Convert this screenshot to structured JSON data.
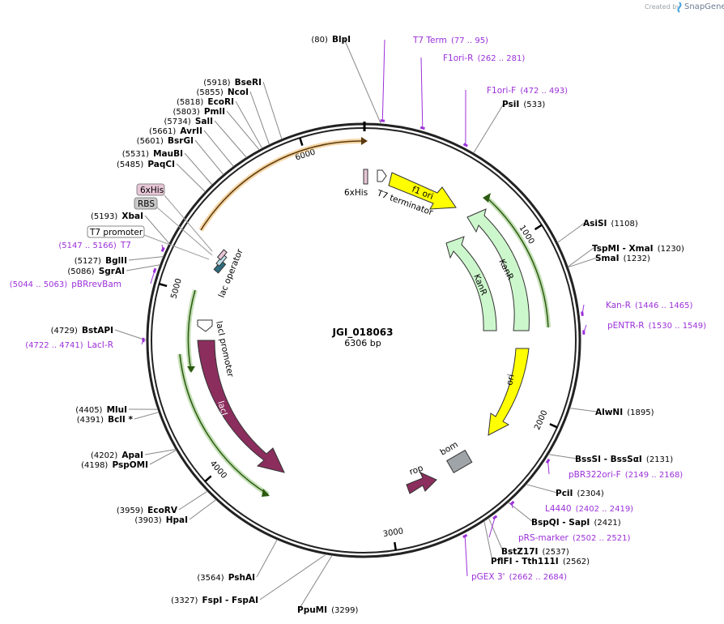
{
  "watermark": {
    "prefix": "Created by",
    "brand": "SnapGene"
  },
  "plasmid": {
    "name": "JGI_018063",
    "size_label": "6306 bp",
    "length": 6306
  },
  "ticks": [
    "1000",
    "2000",
    "3000",
    "4000",
    "5000",
    "6000"
  ],
  "sites": [
    {
      "name": "BlpI",
      "pos": "(80)"
    },
    {
      "name": "PsiI",
      "pos": "(533)"
    },
    {
      "name": "AsiSI",
      "pos": "(1108)"
    },
    {
      "name": "TspMI",
      "name2": "XmaI",
      "pos": "(1230)"
    },
    {
      "name": "SmaI",
      "pos": "(1232)"
    },
    {
      "name": "AlwNI",
      "pos": "(1895)"
    },
    {
      "name": "BssSI",
      "name2": "BssSαI",
      "pos": "(2131)"
    },
    {
      "name": "PciI",
      "pos": "(2304)"
    },
    {
      "name": "BspQI",
      "name2": "SapI",
      "pos": "(2421)"
    },
    {
      "name": "BstZ17I",
      "pos": "(2537)"
    },
    {
      "name": "PflFI",
      "name2": "Tth111I",
      "pos": "(2562)"
    },
    {
      "name": "PpuMI",
      "pos": "(3299)"
    },
    {
      "name": "FspI",
      "name2": "FspAI",
      "pos": "(3327)"
    },
    {
      "name": "PshAI",
      "pos": "(3564)"
    },
    {
      "name": "HpaI",
      "pos": "(3903)"
    },
    {
      "name": "EcoRV",
      "pos": "(3959)"
    },
    {
      "name": "PspOMI",
      "pos": "(4198)"
    },
    {
      "name": "ApaI",
      "pos": "(4202)"
    },
    {
      "name": "BclI *",
      "pos": "(4391)"
    },
    {
      "name": "MluI",
      "pos": "(4405)"
    },
    {
      "name": "BstAPI",
      "pos": "(4729)"
    },
    {
      "name": "SgrAI",
      "pos": "(5086)"
    },
    {
      "name": "BglII",
      "pos": "(5127)"
    },
    {
      "name": "XbaI",
      "pos": "(5193)"
    },
    {
      "name": "PaqCI",
      "pos": "(5485)"
    },
    {
      "name": "MauBI",
      "pos": "(5531)"
    },
    {
      "name": "BsrGI",
      "pos": "(5601)"
    },
    {
      "name": "AvrII",
      "pos": "(5661)"
    },
    {
      "name": "SalI",
      "pos": "(5734)"
    },
    {
      "name": "PmlI",
      "pos": "(5803)"
    },
    {
      "name": "EcoRI",
      "pos": "(5818)"
    },
    {
      "name": "NcoI",
      "pos": "(5855)"
    },
    {
      "name": "BseRI",
      "pos": "(5918)"
    }
  ],
  "primers": [
    {
      "name": "T7 Term",
      "range": "(77 .. 95)"
    },
    {
      "name": "F1ori-R",
      "range": "(262 .. 281)"
    },
    {
      "name": "F1ori-F",
      "range": "(472 .. 493)"
    },
    {
      "name": "Kan-R",
      "range": "(1446 .. 1465)"
    },
    {
      "name": "pENTR-R",
      "range": "(1530 .. 1549)"
    },
    {
      "name": "pBR322ori-F",
      "range": "(2149 .. 2168)"
    },
    {
      "name": "L4440",
      "range": "(2402 .. 2419)"
    },
    {
      "name": "pRS-marker",
      "range": "(2502 .. 2521)"
    },
    {
      "name": "pGEX 3'",
      "range": "(2662 .. 2684)"
    },
    {
      "name": "LacI-R",
      "range": "(4722 .. 4741)"
    },
    {
      "name": "pBRrevBam",
      "range": "(5044 .. 5063)"
    },
    {
      "name": "T7",
      "range": "(5147 .. 5166)"
    }
  ],
  "features": {
    "f1_ori": "f1 ori",
    "kanr_outer": "KanR",
    "kanr_inner": "KanR",
    "ori": "ori",
    "bom": "bom",
    "rop": "rop",
    "laci": "lacI",
    "laci_promoter": "lacI promoter",
    "lac_operator": "lac operator",
    "sixxhis_top": "6xHis",
    "t7_terminator": "T7 terminator",
    "sixxhis_left": "6xHis",
    "rbs": "RBS",
    "t7_promoter": "T7 promoter"
  },
  "colors": {
    "backbone": "#222222",
    "primer": "#9b30d9",
    "f1_ori": "#ffff00",
    "kanr": "#ccf7cc",
    "ori": "#ffff00",
    "laci": "#8b2e5e",
    "rop": "#8b2e5e",
    "bom": "#9ea4a8",
    "orf_green": "#55a630",
    "orf_orange": "#e8a53a"
  }
}
